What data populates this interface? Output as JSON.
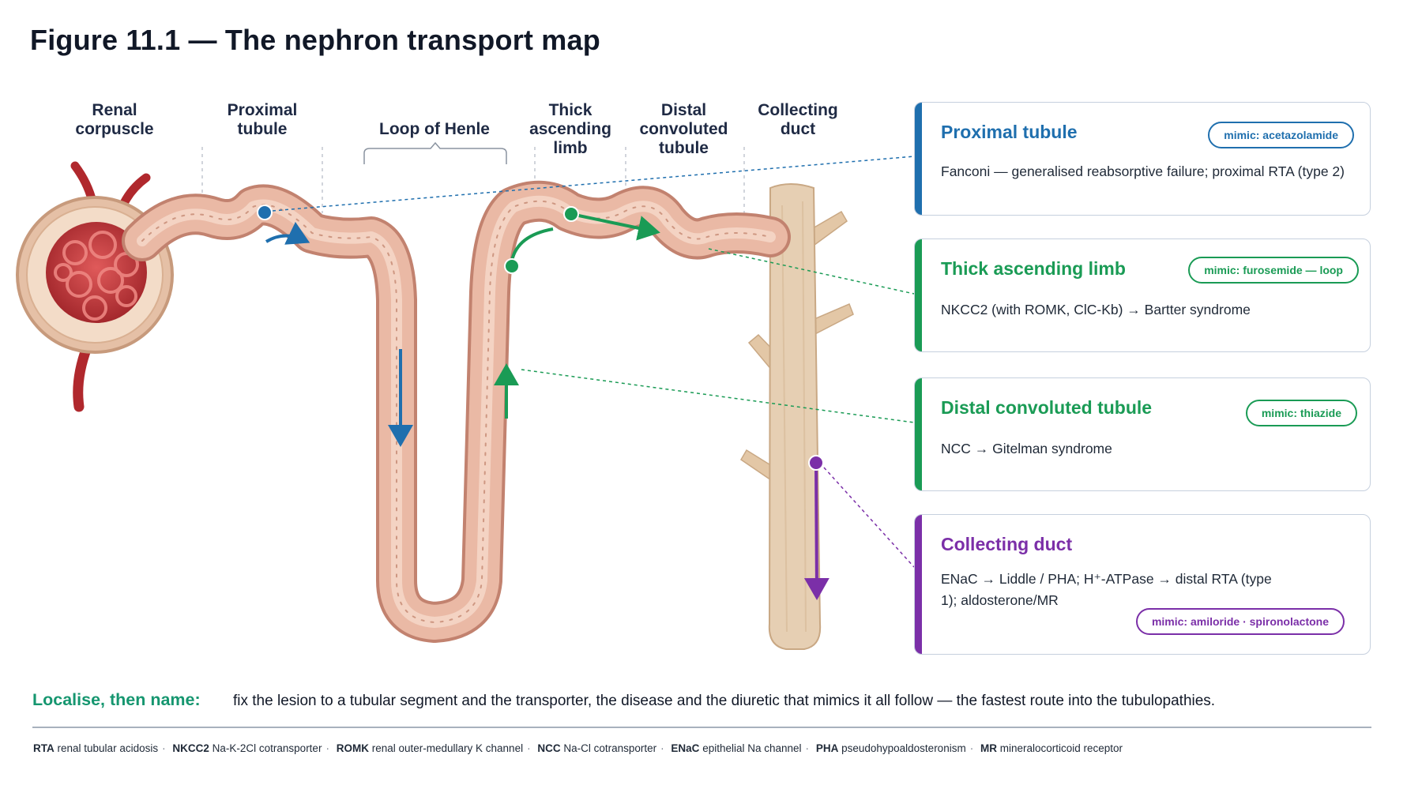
{
  "figure": {
    "title": "Figure 11.1 — The nephron transport map"
  },
  "segment_labels": [
    {
      "id": "renal-corpuscle",
      "text": "Renal\ncorpuscle"
    },
    {
      "id": "proximal-tubule",
      "text": "Proximal\ntubule"
    },
    {
      "id": "loop-of-henle",
      "text": "Loop of Henle"
    },
    {
      "id": "thick-ascending-limb",
      "text": "Thick\nascending\nlimb"
    },
    {
      "id": "distal-convoluted-tubule",
      "text": "Distal\nconvoluted\ntubule"
    },
    {
      "id": "collecting-duct",
      "text": "Collecting\nduct"
    }
  ],
  "cards": [
    {
      "id": "proximal",
      "title": "Proximal tubule",
      "body": "Fanconi — generalised reabsorptive failure; proximal RTA (type 2)",
      "mimic": "mimic: acetazolamide",
      "color": "#1f6fae"
    },
    {
      "id": "tal",
      "title": "Thick ascending limb",
      "body": "NKCC2 (with ROMK, ClC-Kb) → Bartter syndrome",
      "mimic": "mimic: furosemide — loop",
      "color": "#1a9b55"
    },
    {
      "id": "dct",
      "title": "Distal convoluted tubule",
      "body": "NCC → Gitelman syndrome",
      "mimic": "mimic: thiazide",
      "color": "#1a9b55"
    },
    {
      "id": "cd",
      "title": "Collecting duct",
      "body": "ENaC → Liddle / PHA; H⁺-ATPase → distal RTA (type 1); aldosterone/MR",
      "mimic": "mimic: amiloride · spironolactone",
      "color": "#7b2fa8"
    }
  ],
  "summary": {
    "lead": "Localise, then name:",
    "text": "fix the lesion to a tubular segment and the transporter, the disease and the diuretic that mimics it all follow — the fastest route into the tubulopathies."
  },
  "abbreviations": [
    {
      "abbr": "RTA",
      "def": "renal tubular acidosis"
    },
    {
      "abbr": "NKCC2",
      "def": "Na-K-2Cl cotransporter"
    },
    {
      "abbr": "ROMK",
      "def": "renal outer-medullary K channel"
    },
    {
      "abbr": "NCC",
      "def": "Na-Cl cotransporter"
    },
    {
      "abbr": "ENaC",
      "def": "epithelial Na channel"
    },
    {
      "abbr": "PHA",
      "def": "pseudohypoaldosteronism"
    },
    {
      "abbr": "MR",
      "def": "mineralocorticoid receptor"
    }
  ],
  "colors": {
    "proximal": "#1f6fae",
    "tal": "#1a9b55",
    "dct": "#1a9b55",
    "cd": "#7b2fa8",
    "tubule": "#e9b7a4",
    "duct": "#e6cfb3",
    "glomerulus": "#c8383c"
  }
}
